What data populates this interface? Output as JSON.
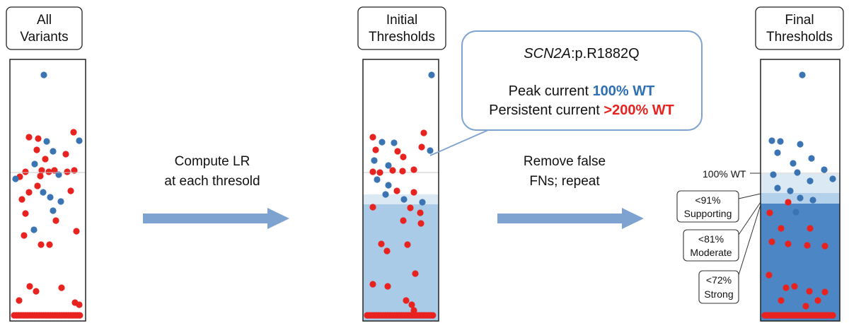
{
  "panels": [
    {
      "title_lines": [
        "All",
        "Variants"
      ]
    },
    {
      "title_lines": [
        "Initial",
        "Thresholds"
      ]
    },
    {
      "title_lines": [
        "Final",
        "Thresholds"
      ]
    }
  ],
  "steps": [
    {
      "lines": [
        "Compute LR",
        "at each thresold"
      ]
    },
    {
      "lines": [
        "Remove false",
        "FNs; repeat"
      ]
    }
  ],
  "callout": {
    "gene": "SCN2A",
    "variant": ":p.R1882Q",
    "peak_label": "Peak current ",
    "peak_value": "100% WT",
    "persistent_label": "Persistent current ",
    "persistent_value": ">200% WT"
  },
  "threshold_labels": {
    "wt": "100% WT",
    "supporting": [
      "<91%",
      "Supporting"
    ],
    "moderate": [
      "<81%",
      "Moderate"
    ],
    "strong": [
      "<72%",
      "Strong"
    ]
  },
  "colors": {
    "blue_dot": "#3b74b3",
    "red_dot": "#e8221f",
    "arrow": "#7fa3d0",
    "callout_border": "#7fa3d0",
    "value_blue": "#2f6fb4",
    "value_red": "#e8221f",
    "initial_light": "#dbe9f5",
    "initial_main": "#a9cbe7",
    "final_light1": "#dbe9f5",
    "final_light2": "#b3d1ea",
    "final_main": "#4d86c4"
  }
}
